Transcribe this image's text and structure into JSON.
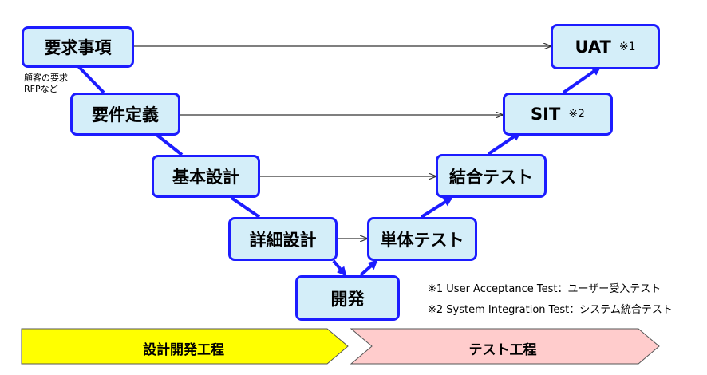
{
  "left_boxes": [
    {
      "key": "req",
      "label": "要求事項"
    },
    {
      "key": "yoken",
      "label": "要件定義"
    },
    {
      "key": "kihon",
      "label": "基本設計"
    },
    {
      "key": "shosai",
      "label": "詳細設計"
    }
  ],
  "right_boxes": [
    {
      "key": "uat",
      "label": "UAT",
      "note": "※1"
    },
    {
      "key": "sit",
      "label": "SIT",
      "note": "※2"
    },
    {
      "key": "ketsugo",
      "label": "結合テスト"
    },
    {
      "key": "tantai",
      "label": "単体テスト"
    }
  ],
  "bottom_box": {
    "label": "開発"
  },
  "req_note": [
    "顧客の要求",
    "RFPなど"
  ],
  "legend": [
    "※1 User Acceptance Test：ユーザー受入テスト",
    "※2 System Integration Test：システム統合テスト"
  ],
  "phases": [
    {
      "label": "設計開発工程",
      "color": "#ffff00"
    },
    {
      "label": "テスト工程",
      "color": "#ffcccc"
    }
  ],
  "colors": {
    "box_fill": "#d4eef9",
    "box_border": "#1c1cff",
    "arrow": "#333333"
  }
}
